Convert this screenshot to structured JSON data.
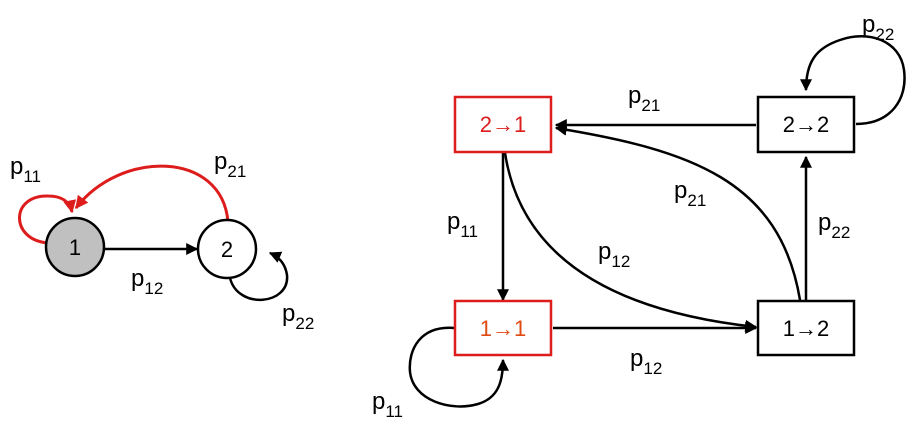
{
  "colors": {
    "black": "#000000",
    "red": "#dd1c1c",
    "orange_red": "#e04a12",
    "gray_fill": "#c0c0c0"
  },
  "left_graph": {
    "state1": "1",
    "state2": "2",
    "p11": {
      "base": "p",
      "sub": "11"
    },
    "p12": {
      "base": "p",
      "sub": "12"
    },
    "p21": {
      "base": "p",
      "sub": "21"
    },
    "p22": {
      "base": "p",
      "sub": "22"
    }
  },
  "right_graph": {
    "box_21": "2→1",
    "box_22": "2→2",
    "box_11": "1→1",
    "box_12": "1→2",
    "p21_top": {
      "base": "p",
      "sub": "21"
    },
    "p22_loop": {
      "base": "p",
      "sub": "22"
    },
    "p21_diag": {
      "base": "p",
      "sub": "21"
    },
    "p22_vert": {
      "base": "p",
      "sub": "22"
    },
    "p11_vert": {
      "base": "p",
      "sub": "11"
    },
    "p12_diag": {
      "base": "p",
      "sub": "12"
    },
    "p12_bottom": {
      "base": "p",
      "sub": "12"
    },
    "p11_loop": {
      "base": "p",
      "sub": "11"
    }
  }
}
